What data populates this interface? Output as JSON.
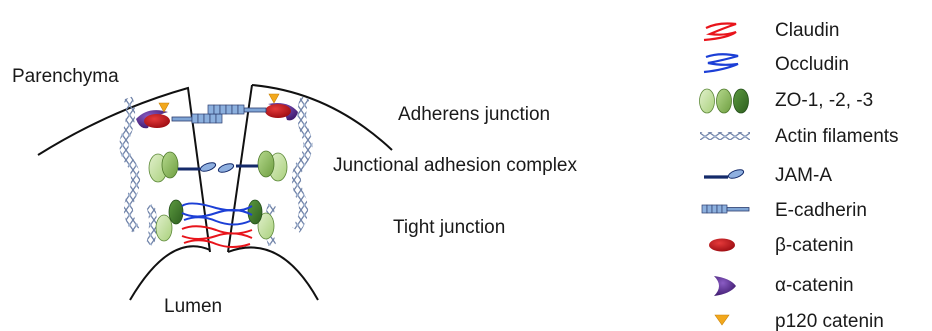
{
  "labels": {
    "parenchyma": "Parenchyma",
    "lumen": "Lumen",
    "adherens": "Adherens junction",
    "jac": "Junctional adhesion complex",
    "tight": "Tight junction"
  },
  "legend": [
    {
      "icon": "claudin-icon",
      "label": "Claudin"
    },
    {
      "icon": "occludin-icon",
      "label": "Occludin"
    },
    {
      "icon": "zo-icon",
      "label": "ZO-1, -2, -3"
    },
    {
      "icon": "actin-icon",
      "label": "Actin filaments"
    },
    {
      "icon": "jam-a-icon",
      "label": "JAM-A"
    },
    {
      "icon": "e-cadherin-icon",
      "label": "E-cadherin"
    },
    {
      "icon": "beta-catenin-icon",
      "label": "β-catenin"
    },
    {
      "icon": "alpha-catenin-icon",
      "label": "α-catenin"
    },
    {
      "icon": "p120-catenin-icon",
      "label": "p120 catenin"
    }
  ],
  "colors": {
    "claudin": "#e8141b",
    "occludin": "#1c3fd6",
    "zo_light": "#c5e0a5",
    "zo_mid": "#8fbf5a",
    "zo_dark": "#3f7a2c",
    "actin": "#7d8fae",
    "jam": "#142a6a",
    "cadherin": "#7fa5d6",
    "beta": "#c0141b",
    "alpha": "#5a2a8c",
    "p120": "#f2a81d"
  }
}
